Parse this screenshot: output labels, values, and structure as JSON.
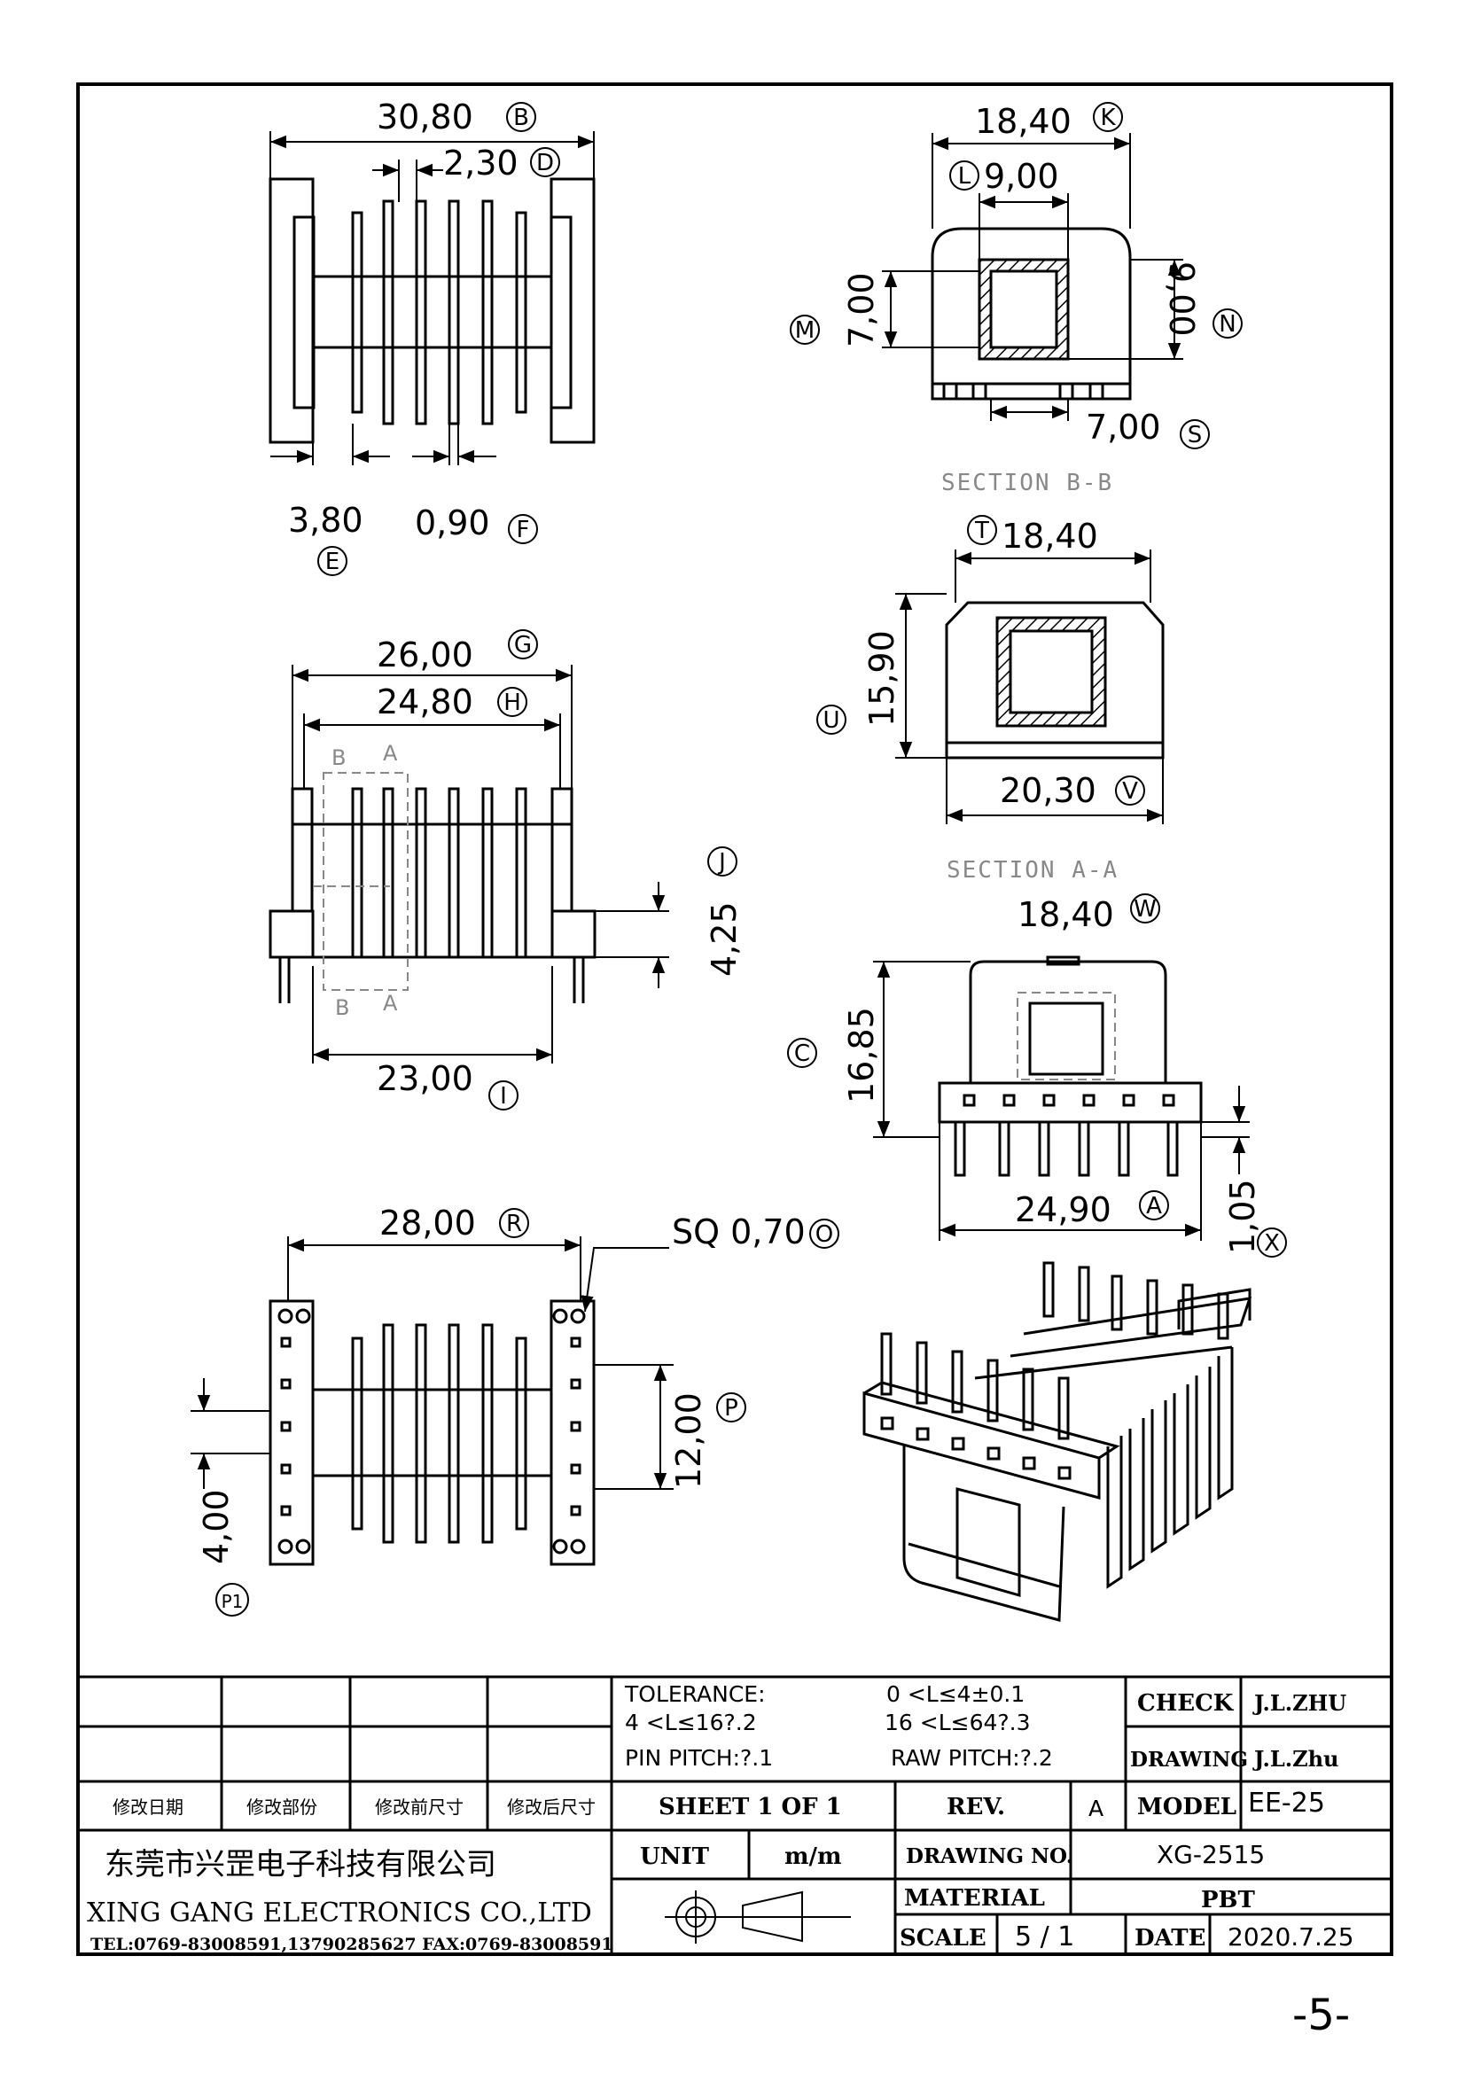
{
  "dimensions": {
    "B": {
      "value": "30,80",
      "tag": "B"
    },
    "D": {
      "value": "2,30",
      "tag": "D"
    },
    "E": {
      "value": "3,80",
      "tag": "E"
    },
    "F": {
      "value": "0,90",
      "tag": "F"
    },
    "K": {
      "value": "18,40",
      "tag": "K"
    },
    "L": {
      "value": "9,00",
      "tag": "L"
    },
    "M": {
      "value": "7,00",
      "tag": "M"
    },
    "N": {
      "value": "9,00",
      "tag": "N"
    },
    "S": {
      "value": "7,00",
      "tag": "S"
    },
    "T": {
      "value": "18,40",
      "tag": "T"
    },
    "U": {
      "value": "15,90",
      "tag": "U"
    },
    "V": {
      "value": "20,30",
      "tag": "V"
    },
    "G": {
      "value": "26,00",
      "tag": "G"
    },
    "H": {
      "value": "24,80",
      "tag": "H"
    },
    "J": {
      "value": "4,25",
      "tag": "J"
    },
    "I": {
      "value": "23,00",
      "tag": "I"
    },
    "W": {
      "value": "18,40",
      "tag": "W"
    },
    "C": {
      "value": "16,85",
      "tag": "C"
    },
    "A": {
      "value": "24,90",
      "tag": "A"
    },
    "X": {
      "value": "1,05",
      "tag": "X"
    },
    "R": {
      "value": "28,00",
      "tag": "R"
    },
    "O": {
      "value": "SQ 0,70",
      "tag": "O"
    },
    "P": {
      "value": "12,00",
      "tag": "P"
    },
    "P1": {
      "value": "4,00",
      "tag": "P1"
    }
  },
  "sections": {
    "bb": "SECTION B-B",
    "aa": "SECTION A-A"
  },
  "cut_marks": {
    "b": "B",
    "a": "A"
  },
  "title_block": {
    "tolerance_label": "TOLERANCE:",
    "tol_1": "0 <L≤4±0.1",
    "tol_2": "4 <L≤16?.2",
    "tol_3": "16 <L≤64?.3",
    "pin_pitch": "PIN PITCH:?.1",
    "raw_pitch": "RAW PITCH:?.2",
    "check_label": "CHECK",
    "check_value": "J.L.ZHU",
    "drawing_label": "DRAWING",
    "drawing_value": "J.L.Zhu",
    "rev_headers": [
      "修改日期",
      "修改部份",
      "修改前尺寸",
      "修改后尺寸"
    ],
    "sheet": "SHEET 1 OF 1",
    "rev_label": "REV.",
    "rev_value": "A",
    "model_label": "MODEL",
    "model_value": "EE-25",
    "company_cn": "东莞市兴罡电子科技有限公司",
    "company_en": "XING GANG ELECTRONICS CO.,LTD",
    "contact": "TEL:0769-83008591,13790285627 FAX:0769-83008591",
    "unit_label": "UNIT",
    "unit_value": "m/m",
    "drawing_no_label": "DRAWING NO.",
    "drawing_no_value": "XG-2515",
    "material_label": "MATERIAL",
    "material_value": "PBT",
    "scale_label": "SCALE",
    "scale_value": "5 / 1",
    "date_label": "DATE",
    "date_value": "2020.7.25"
  },
  "page_number": "-5-"
}
